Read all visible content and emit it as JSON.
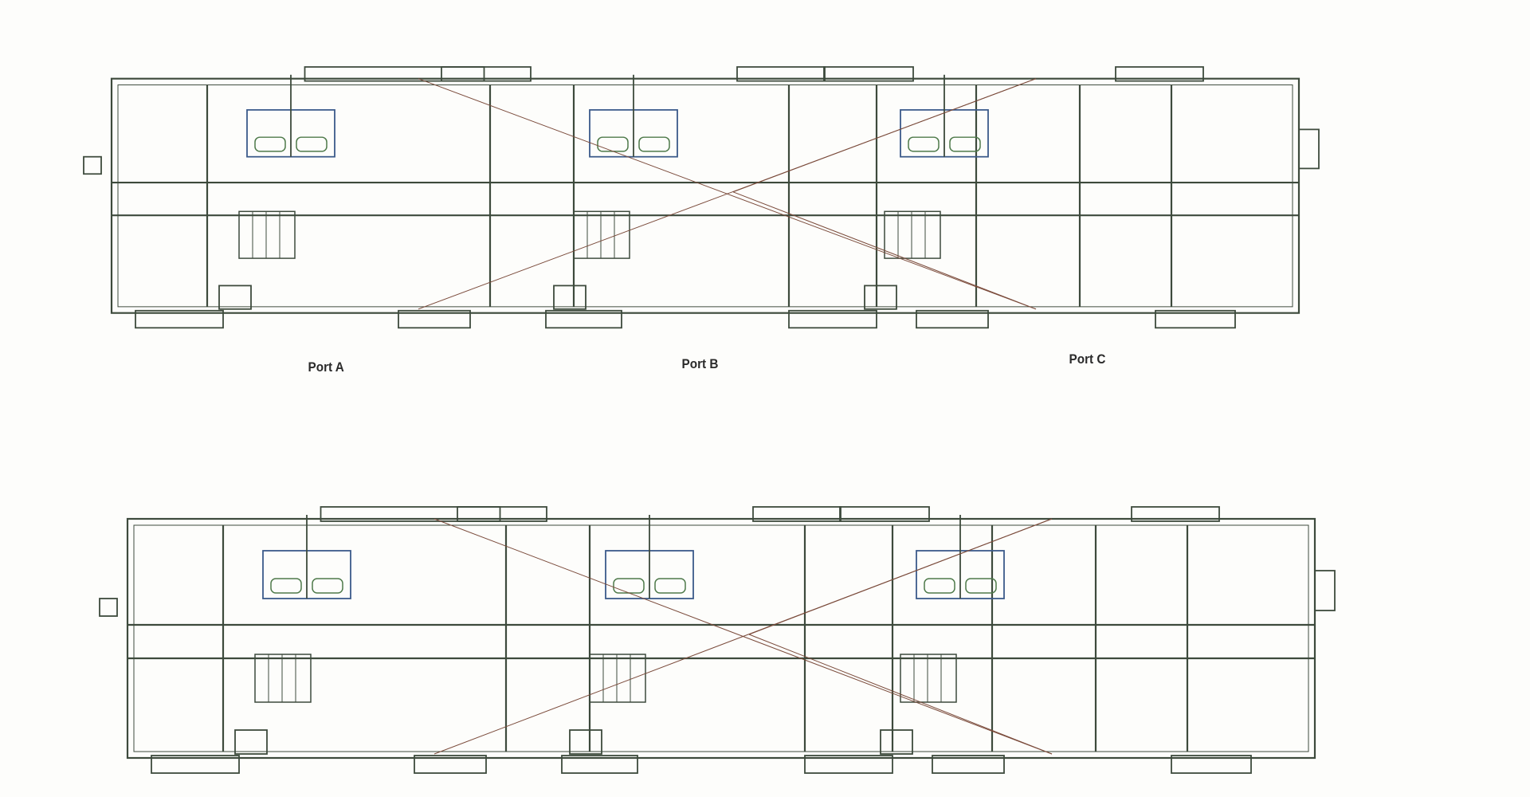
{
  "plans": [
    {
      "id": "upper-floor-plan",
      "labels": [
        "Port A",
        "Port B",
        "Port C"
      ]
    },
    {
      "id": "lower-floor-plan",
      "labels": []
    }
  ],
  "colors": {
    "wall": "#3d4a3c",
    "accent_blue": "#3b5a8a",
    "accent_green": "#4e7a4a",
    "accent_red": "#7a4a3a",
    "background": "#fdfdfb"
  }
}
